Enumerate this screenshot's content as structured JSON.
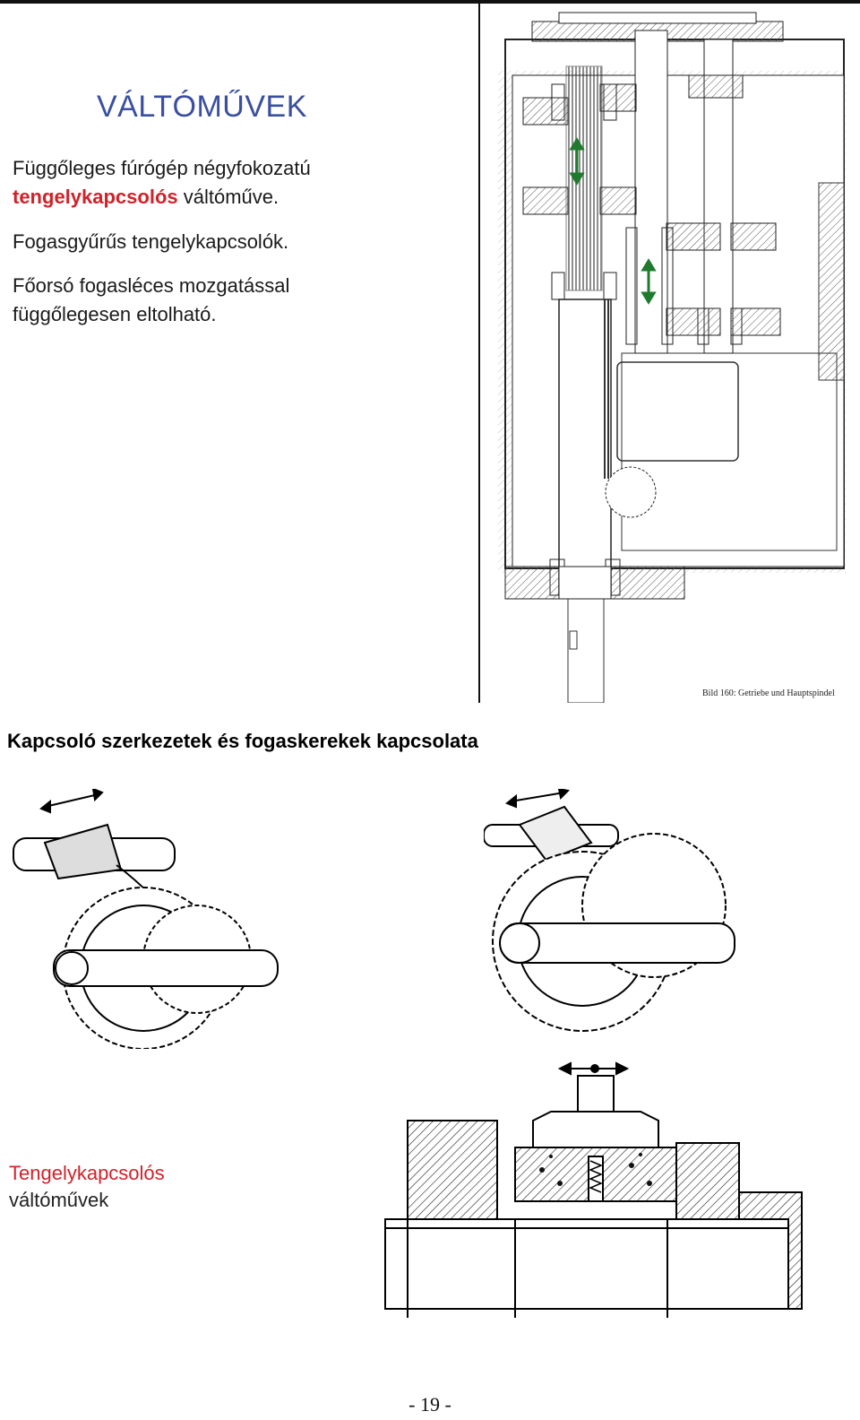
{
  "slide": {
    "title": "VÁLTÓMŰVEK",
    "line1": "Függőleges fúrógép négyfokozatú",
    "line2_red": "tengelykapcsolós",
    "line2_rest": " váltóműve.",
    "line3": "Fogasgyűrűs tengelykapcsolók.",
    "line4": "Főorsó fogasléces mozgatással",
    "line5": "függőlegesen eltolható."
  },
  "figure_caption": "Bild 160:  Getriebe und Hauptspindel",
  "section_heading": "Kapcsoló szerkezetek és fogaskerekek kapcsolata",
  "bottom_label": {
    "red": "Tengelykapcsolós",
    "black": "váltóművek"
  },
  "page_number": "- 19 -",
  "colors": {
    "title_blue": "#3a4fa0",
    "accent_red": "#d0222a",
    "arrow_green": "#1f7a2e"
  }
}
